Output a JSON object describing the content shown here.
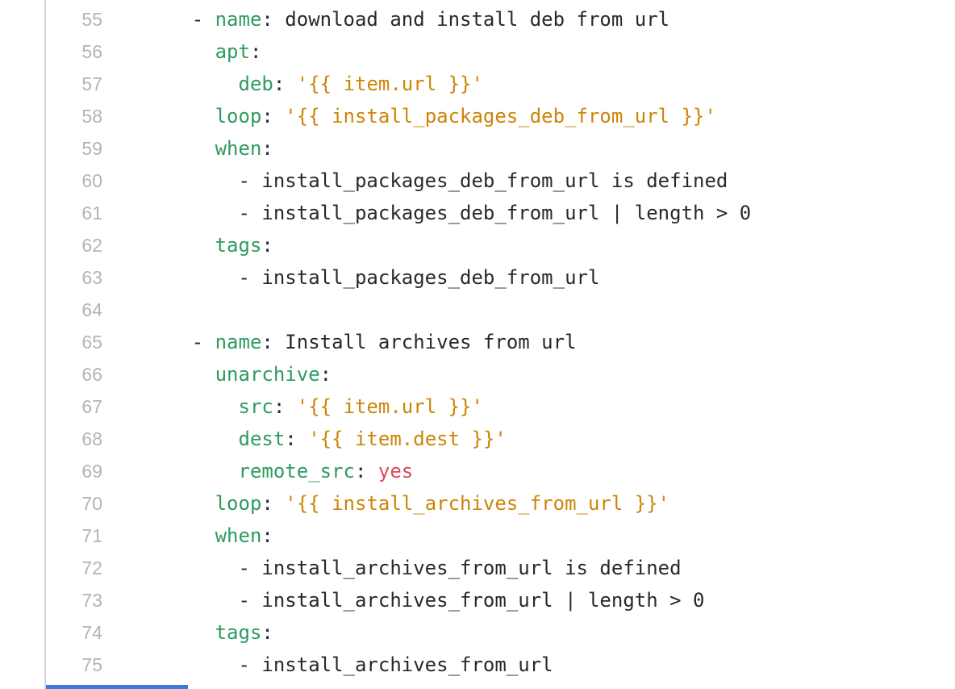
{
  "editor": {
    "language": "yaml",
    "palette": {
      "background": "#ffffff",
      "gutter_rule": "#d6d7d9",
      "line_number": "#b1b4b8",
      "plain": "#26292e",
      "key": "#2d9b5f",
      "string": "#cd8408",
      "scalar_keyword": "#e0455e",
      "scrollbar_thumb": "#3d7bd9"
    },
    "first_line_number": 55,
    "last_line_number": 75,
    "lines": [
      {
        "number": "55",
        "segments": [
          [
            "      - ",
            "p"
          ],
          [
            "name",
            "k"
          ],
          [
            ": download and install deb from url",
            "p"
          ]
        ]
      },
      {
        "number": "56",
        "segments": [
          [
            "        ",
            "p"
          ],
          [
            "apt",
            "k"
          ],
          [
            ":",
            "p"
          ]
        ]
      },
      {
        "number": "57",
        "segments": [
          [
            "          ",
            "p"
          ],
          [
            "deb",
            "k"
          ],
          [
            ": ",
            "p"
          ],
          [
            "'{{ item.url }}'",
            "s"
          ]
        ]
      },
      {
        "number": "58",
        "segments": [
          [
            "        ",
            "p"
          ],
          [
            "loop",
            "k"
          ],
          [
            ": ",
            "p"
          ],
          [
            "'{{ install_packages_deb_from_url }}'",
            "s"
          ]
        ]
      },
      {
        "number": "59",
        "segments": [
          [
            "        ",
            "p"
          ],
          [
            "when",
            "k"
          ],
          [
            ":",
            "p"
          ]
        ]
      },
      {
        "number": "60",
        "segments": [
          [
            "          - install_packages_deb_from_url is defined",
            "p"
          ]
        ]
      },
      {
        "number": "61",
        "segments": [
          [
            "          - install_packages_deb_from_url | length > 0",
            "p"
          ]
        ]
      },
      {
        "number": "62",
        "segments": [
          [
            "        ",
            "p"
          ],
          [
            "tags",
            "k"
          ],
          [
            ":",
            "p"
          ]
        ]
      },
      {
        "number": "63",
        "segments": [
          [
            "          - install_packages_deb_from_url",
            "p"
          ]
        ]
      },
      {
        "number": "64",
        "segments": []
      },
      {
        "number": "65",
        "segments": [
          [
            "      - ",
            "p"
          ],
          [
            "name",
            "k"
          ],
          [
            ": Install archives from url",
            "p"
          ]
        ]
      },
      {
        "number": "66",
        "segments": [
          [
            "        ",
            "p"
          ],
          [
            "unarchive",
            "k"
          ],
          [
            ":",
            "p"
          ]
        ]
      },
      {
        "number": "67",
        "segments": [
          [
            "          ",
            "p"
          ],
          [
            "src",
            "k"
          ],
          [
            ": ",
            "p"
          ],
          [
            "'{{ item.url }}'",
            "s"
          ]
        ]
      },
      {
        "number": "68",
        "segments": [
          [
            "          ",
            "p"
          ],
          [
            "dest",
            "k"
          ],
          [
            ": ",
            "p"
          ],
          [
            "'{{ item.dest }}'",
            "s"
          ]
        ]
      },
      {
        "number": "69",
        "segments": [
          [
            "          ",
            "p"
          ],
          [
            "remote_src",
            "k"
          ],
          [
            ": ",
            "p"
          ],
          [
            "yes",
            "r"
          ]
        ]
      },
      {
        "number": "70",
        "segments": [
          [
            "        ",
            "p"
          ],
          [
            "loop",
            "k"
          ],
          [
            ": ",
            "p"
          ],
          [
            "'{{ install_archives_from_url }}'",
            "s"
          ]
        ]
      },
      {
        "number": "71",
        "segments": [
          [
            "        ",
            "p"
          ],
          [
            "when",
            "k"
          ],
          [
            ":",
            "p"
          ]
        ]
      },
      {
        "number": "72",
        "segments": [
          [
            "          - install_archives_from_url is defined",
            "p"
          ]
        ]
      },
      {
        "number": "73",
        "segments": [
          [
            "          - install_archives_from_url | length > 0",
            "p"
          ]
        ]
      },
      {
        "number": "74",
        "segments": [
          [
            "        ",
            "p"
          ],
          [
            "tags",
            "k"
          ],
          [
            ":",
            "p"
          ]
        ]
      },
      {
        "number": "75",
        "segments": [
          [
            "          - install_archives_from_url",
            "p"
          ]
        ]
      }
    ]
  }
}
